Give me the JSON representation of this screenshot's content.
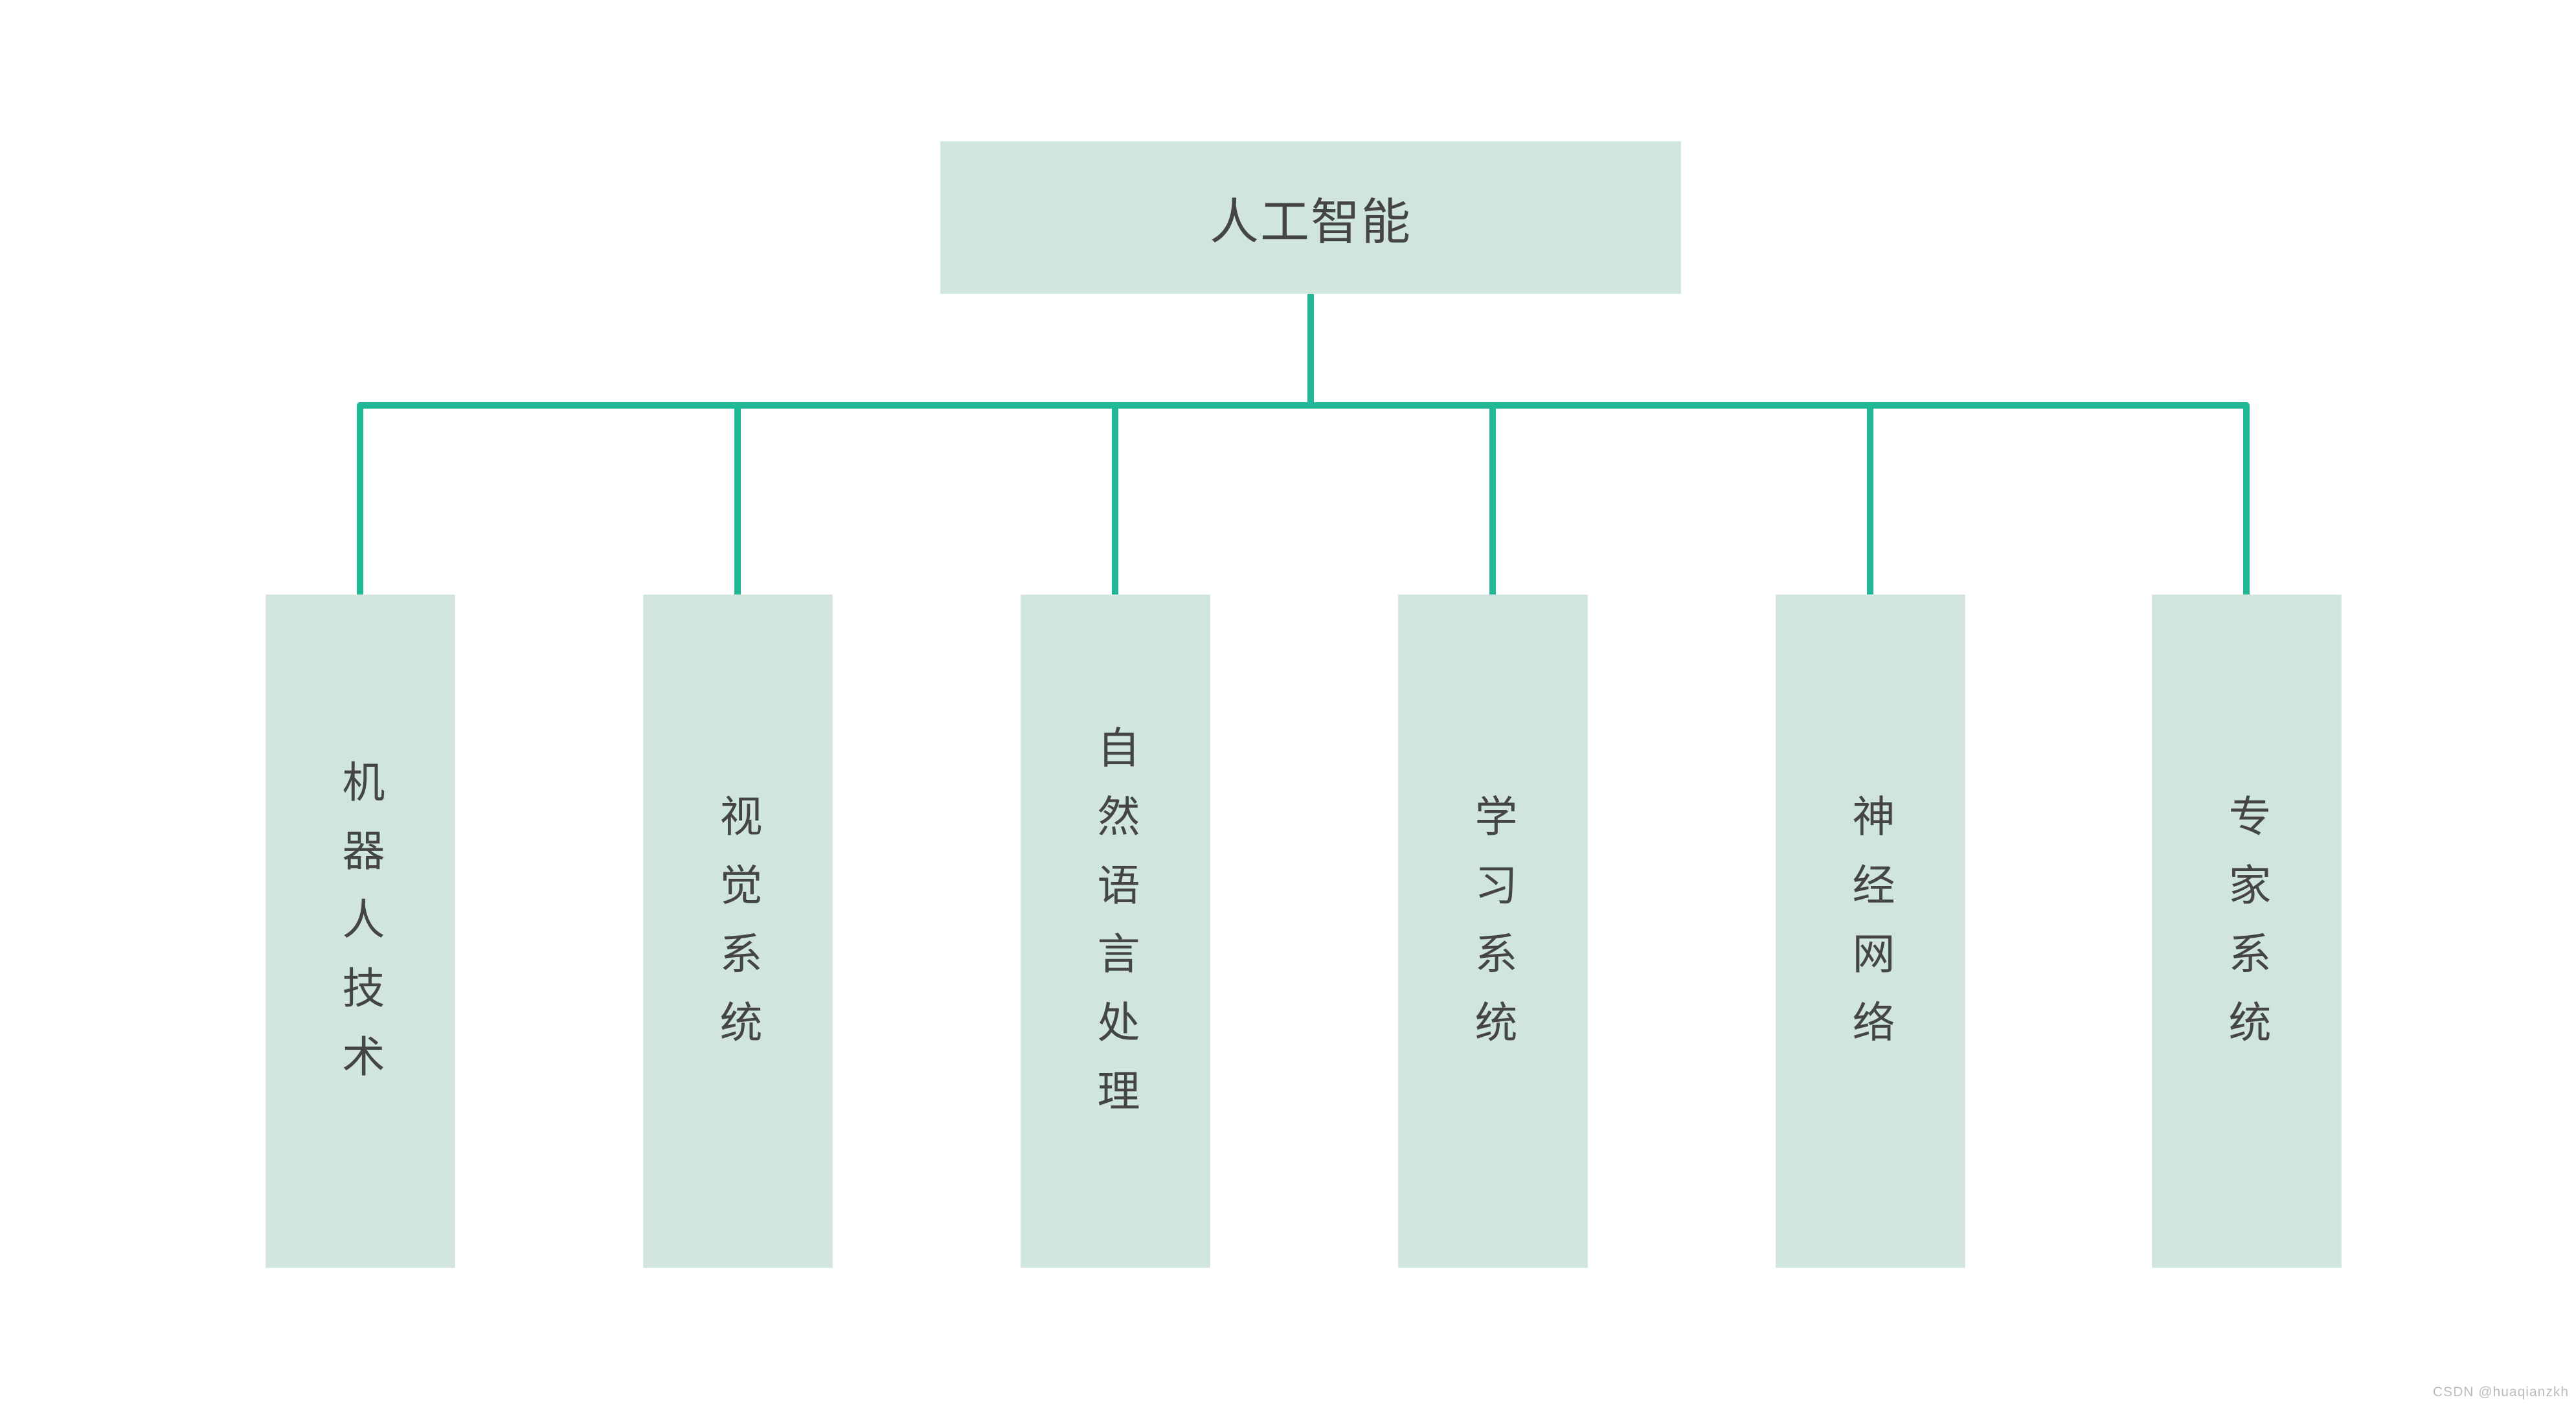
{
  "diagram": {
    "root": {
      "label": "人工智能"
    },
    "children": [
      {
        "label": "机器人技术"
      },
      {
        "label": "视觉系统"
      },
      {
        "label": "自然语言处理"
      },
      {
        "label": "学习系统"
      },
      {
        "label": "神经网络"
      },
      {
        "label": "专家系统"
      }
    ],
    "colors": {
      "node_fill": "#cfe5dd",
      "node_border": "#dee9e4",
      "connector": "#20b897",
      "text": "#454545",
      "watermark": "#b9bcc1"
    }
  },
  "watermark": {
    "text": "CSDN @huaqianzkh"
  }
}
